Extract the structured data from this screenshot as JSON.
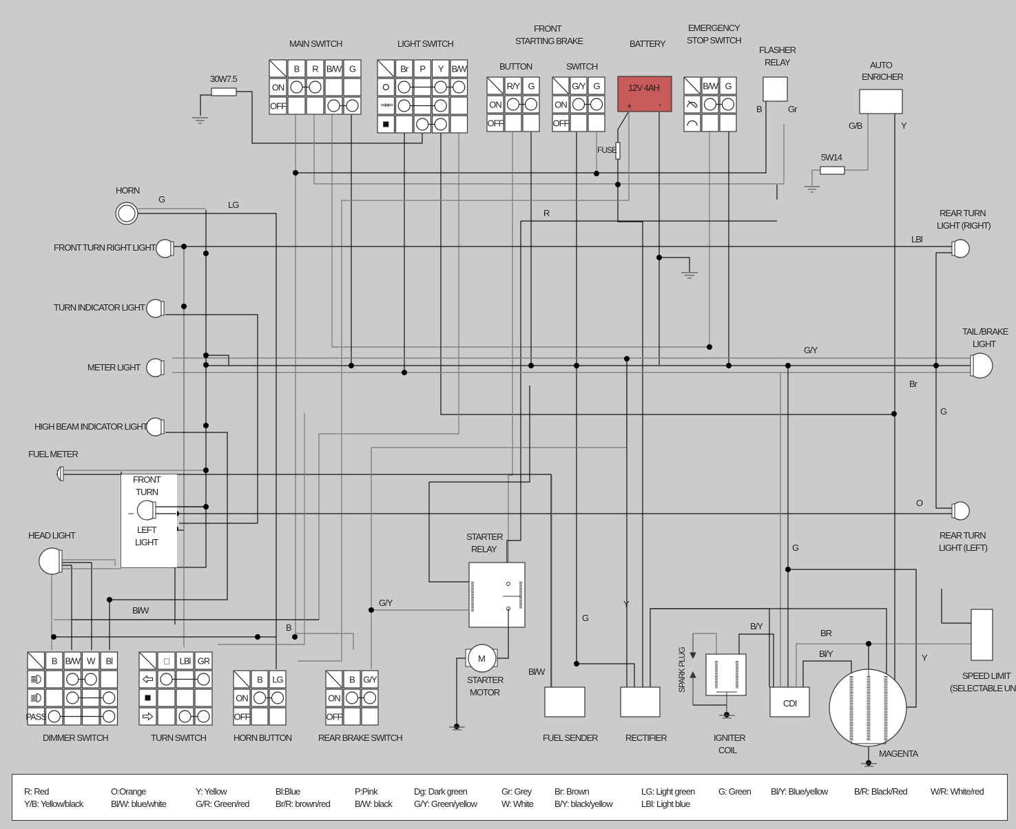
{
  "title": "Scooter wiring diagram",
  "switches": {
    "main": {
      "title": "MAIN SWITCH",
      "headers": [
        "B",
        "R",
        "B/W",
        "G"
      ],
      "rows": [
        {
          "label": "ON",
          "connected": [
            0,
            1
          ]
        },
        {
          "label": "OFF",
          "connected": [
            2,
            3
          ]
        }
      ]
    },
    "light": {
      "title": "LIGHT SWITCH",
      "headers": [
        "Br",
        "P",
        "Y",
        "B/W"
      ],
      "rows": [
        {
          "label": "sun-icon",
          "connected": [
            0,
            2,
            3
          ]
        },
        {
          "label": "parking-icon",
          "connected": [
            0,
            2
          ]
        },
        {
          "label": "off-square-icon",
          "connected": [
            1,
            2
          ]
        }
      ]
    },
    "front_brake_title_1": "FRONT",
    "front_brake_title_2": "STARTING BRAKE",
    "brake_button": {
      "title": "BUTTON",
      "headers": [
        "R/Y",
        "G"
      ],
      "rows": [
        {
          "label": "ON",
          "connected": [
            0,
            1
          ]
        },
        {
          "label": "OFF",
          "connected": []
        }
      ]
    },
    "brake_switch": {
      "title": "SWITCH",
      "headers": [
        "G/Y",
        "G"
      ],
      "rows": [
        {
          "label": "ON",
          "connected": [
            0,
            1
          ]
        },
        {
          "label": "OFF",
          "connected": []
        }
      ]
    },
    "emergency": {
      "title_1": "EMERGENCY",
      "title_2": "STOP SWITCH",
      "headers": [
        "B/W",
        "G"
      ],
      "rows": [
        {
          "label": "engine-stop-icon",
          "connected": [
            0,
            1
          ]
        },
        {
          "label": "engine-run-icon",
          "connected": []
        }
      ]
    },
    "dimmer": {
      "title": "DIMMER SWITCH",
      "headers": [
        "B",
        "B/W",
        "W",
        "Bl"
      ],
      "rows": [
        {
          "label": "high-beam-icon",
          "connected": [
            1,
            2
          ]
        },
        {
          "label": "low-beam-icon",
          "connected": [
            1,
            3
          ]
        },
        {
          "label": "PASS",
          "connected": [
            0,
            3
          ]
        }
      ]
    },
    "turn": {
      "title": "TURN SWITCH",
      "headers": [
        "□",
        "LBl",
        "GR"
      ],
      "rows": [
        {
          "label": "left-arrow-icon",
          "connected": [
            0,
            2
          ]
        },
        {
          "label": "stop-square-icon",
          "connected": []
        },
        {
          "label": "right-arrow-icon",
          "connected": [
            1,
            2
          ]
        }
      ]
    },
    "horn": {
      "title": "HORN BUTTON",
      "headers": [
        "B",
        "LG"
      ],
      "rows": [
        {
          "label": "ON",
          "connected": [
            0,
            1
          ]
        },
        {
          "label": "OFF",
          "connected": []
        }
      ]
    },
    "rear_brake": {
      "title": "REAR BRAKE SWITCH",
      "headers": [
        "B",
        "G/Y"
      ],
      "rows": [
        {
          "label": "ON",
          "connected": [
            0,
            1
          ]
        },
        {
          "label": "OFF",
          "connected": []
        }
      ]
    }
  },
  "components": {
    "resistor_1": "30W7.5",
    "resistor_2": "5W14",
    "battery_title": "BATTERY",
    "battery_rating": "12V 4AH",
    "battery_plus": "+",
    "battery_minus": "-",
    "battery_color": "#c85a5a",
    "fuse": "FUSE",
    "flasher_1": "FLASHER",
    "flasher_2": "RELAY",
    "auto_enricher_1": "AUTO",
    "auto_enricher_2": "ENRICHER",
    "horn": "HORN",
    "front_turn_right": "FRONT TURN RIGHT LIGHT",
    "turn_indicator": "TURN INDICATOR LIGHT",
    "meter_light": "METER LIGHT",
    "high_beam_indicator": "HIGH BEAM INDICATOR LIGHT",
    "fuel_meter": "FUEL METER",
    "front_turn_left_1": "FRONT",
    "front_turn_left_2": "TURN",
    "front_turn_left_3": "LEFT",
    "front_turn_left_4": "LIGHT",
    "head_light": "HEAD LIGHT",
    "rear_turn_right_1": "REAR TURN",
    "rear_turn_right_2": "LIGHT (RIGHT)",
    "tail_brake_1": "TAIL /BRAKE",
    "tail_brake_2": "LIGHT",
    "rear_turn_left_1": "REAR TURN",
    "rear_turn_left_2": "LIGHT (LEFT)",
    "starter_relay_1": "STARTER",
    "starter_relay_2": "RELAY",
    "starter_motor_symbol": "M",
    "starter_motor_1": "STARTER",
    "starter_motor_2": "MOTOR",
    "fuel_sender": "FUEL SENDER",
    "rectifier": "RECTIFIER",
    "spark_plug": "SPARK PLUG",
    "igniter_1": "IGNITER",
    "igniter_2": "COIL",
    "cdi": "CDI",
    "magneto": "MAGENTA",
    "speed_limit_1": "SPEED LIMIT",
    "speed_limit_2": "(SELECTABLE UNIT"
  },
  "wire_labels": {
    "horn_g": "G",
    "horn_lg": "LG",
    "red": "R",
    "flasher_b": "B",
    "flasher_gr": "Gr",
    "enricher_gb": "G/B",
    "enricher_y": "Y",
    "rear_right_lbl": "LBl",
    "tail_gy": "G/Y",
    "tail_br": "Br",
    "tail_g": "G",
    "rear_left_o": "O",
    "cdi_g": "G",
    "blw": "Bl/W",
    "b_mid": "B",
    "relay_gy": "G/Y",
    "fuel_g": "G",
    "rect_y": "Y",
    "fuel_bw": "Bl/W",
    "igniter_by": "B/Y",
    "cdi_br": "BR",
    "cdi_bly": "Bl/Y",
    "magneto_y": "Y"
  },
  "legend": {
    "columns": [
      [
        "R: Red",
        "Y/B: Yellow/black"
      ],
      [
        "O:Orange",
        "Bl/W: blue/white"
      ],
      [
        "Y: Yellow",
        "G/R: Green/red"
      ],
      [
        "Bl:Blue",
        "Br/R: brown/red"
      ],
      [
        "P:Pink",
        "B/W: black"
      ],
      [
        "Dg: Dark green",
        "G/Y: Green/yellow"
      ],
      [
        "Gr: Grey",
        "W: White"
      ],
      [
        "Br: Brown",
        "B/Y: black/yellow"
      ],
      [
        "LG: Light green",
        "LBl: Light blue"
      ],
      [
        "G: Green"
      ],
      [
        "Bl/Y: Blue/yellow"
      ],
      [
        "B/R: Black/Red"
      ],
      [
        "W/R: White/red"
      ]
    ]
  }
}
